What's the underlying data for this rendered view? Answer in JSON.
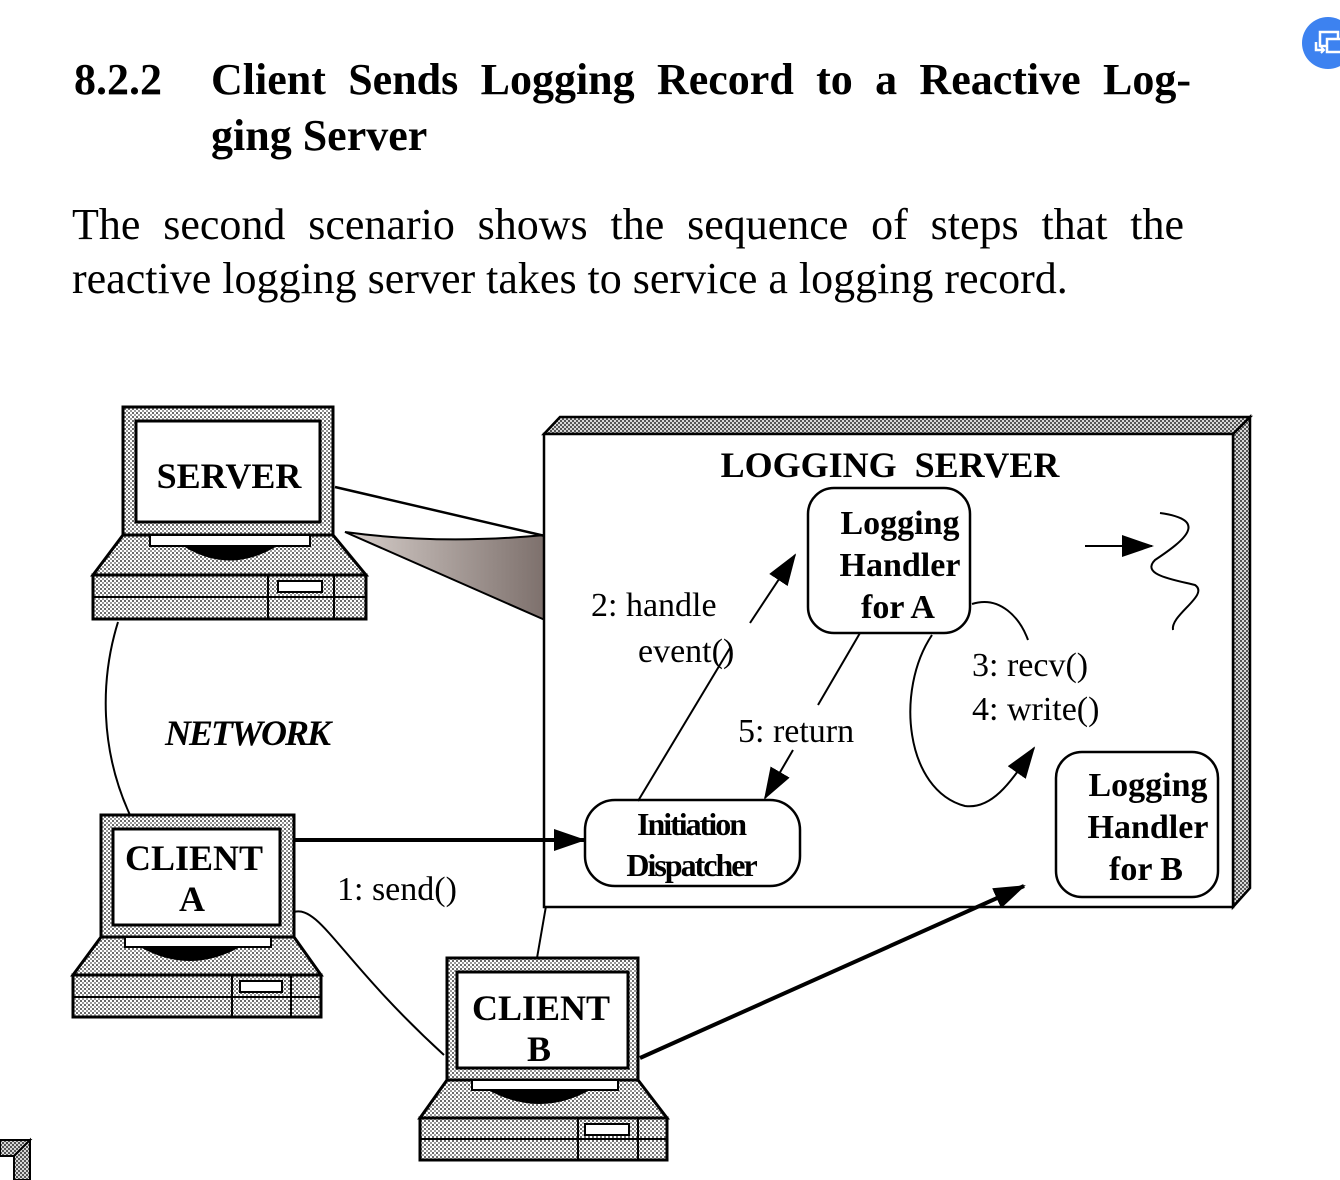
{
  "section": {
    "number": "8.2.2",
    "title": "Client Sends Logging Record to a Reactive Logging Server",
    "title_line1": "Client Sends Logging Record to a Reactive Log-",
    "title_line2": "ging Server"
  },
  "paragraph": "The second scenario shows the sequence of steps that the reactive logging server takes to service a logging record.",
  "diagram": {
    "server_computer": {
      "label": "SERVER"
    },
    "network_label": "NETWORK",
    "client_a": {
      "line1": "CLIENT",
      "line2": "A"
    },
    "client_b": {
      "line1": "CLIENT",
      "line2": "B"
    },
    "logging_server": {
      "title": "LOGGING  SERVER",
      "handler_a": {
        "line1": "Logging",
        "line2": "Handler",
        "line3": "for A"
      },
      "handler_b": {
        "line1": "Logging",
        "line2": "Handler",
        "line3": "for B"
      },
      "dispatcher": {
        "line1": "Initiation",
        "line2": "Dispatcher"
      }
    },
    "steps": {
      "send": "1: send()",
      "handle_event_1": "2: handle",
      "handle_event_2": "event()",
      "recv": "3: recv()",
      "write": "4: write()",
      "return": "5: return"
    }
  },
  "floating_button": {
    "icon": "translate-screenshot-icon",
    "color": "#3d82f0"
  }
}
